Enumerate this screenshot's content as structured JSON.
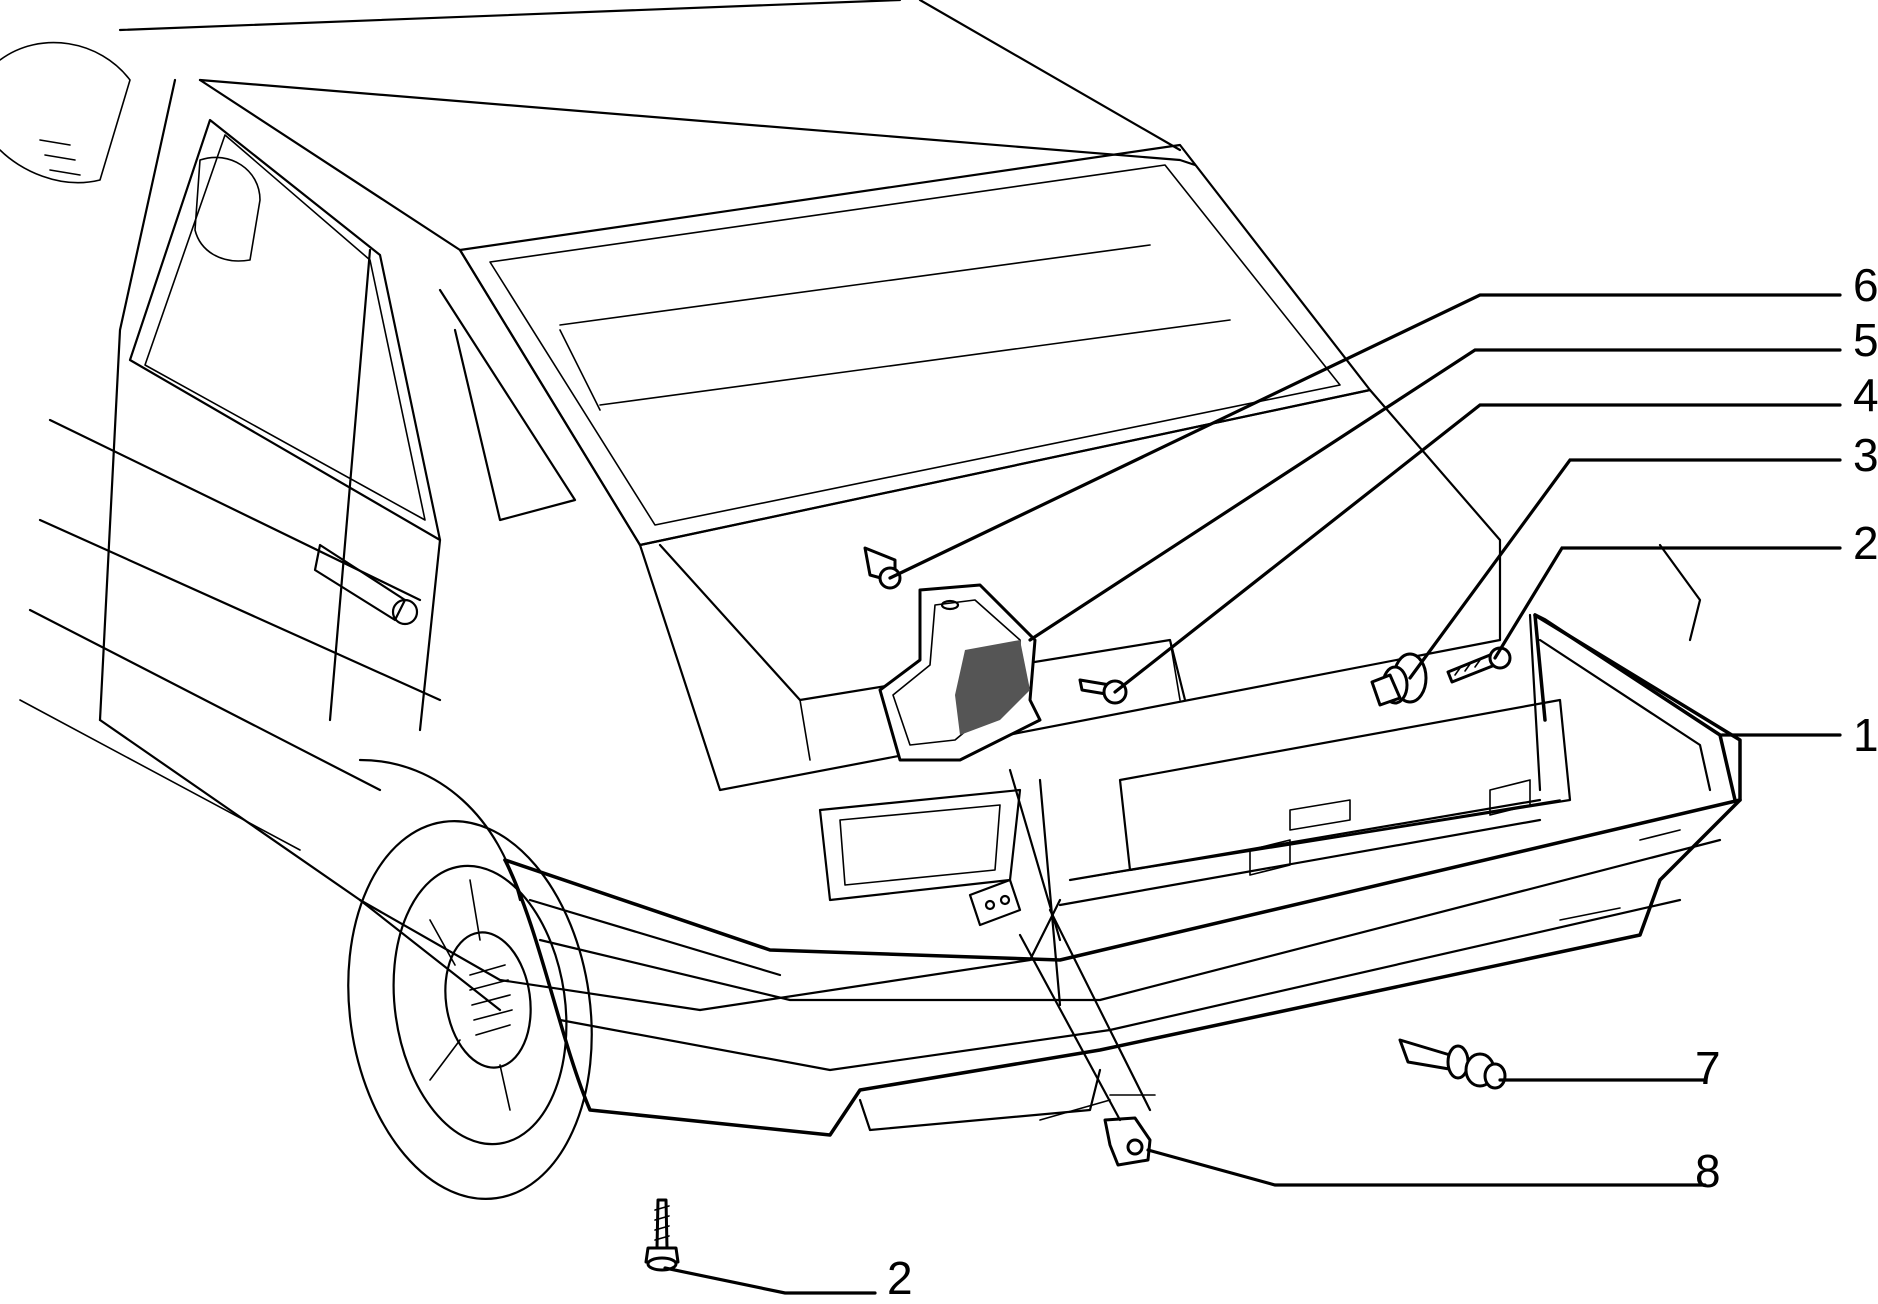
{
  "callouts": [
    {
      "id": "callout-6",
      "number": "6"
    },
    {
      "id": "callout-5",
      "number": "5"
    },
    {
      "id": "callout-4",
      "number": "4"
    },
    {
      "id": "callout-3",
      "number": "3"
    },
    {
      "id": "callout-2-upper",
      "number": "2"
    },
    {
      "id": "callout-1",
      "number": "1"
    },
    {
      "id": "callout-7",
      "number": "7"
    },
    {
      "id": "callout-8",
      "number": "8"
    },
    {
      "id": "callout-2-lower",
      "number": "2"
    }
  ]
}
